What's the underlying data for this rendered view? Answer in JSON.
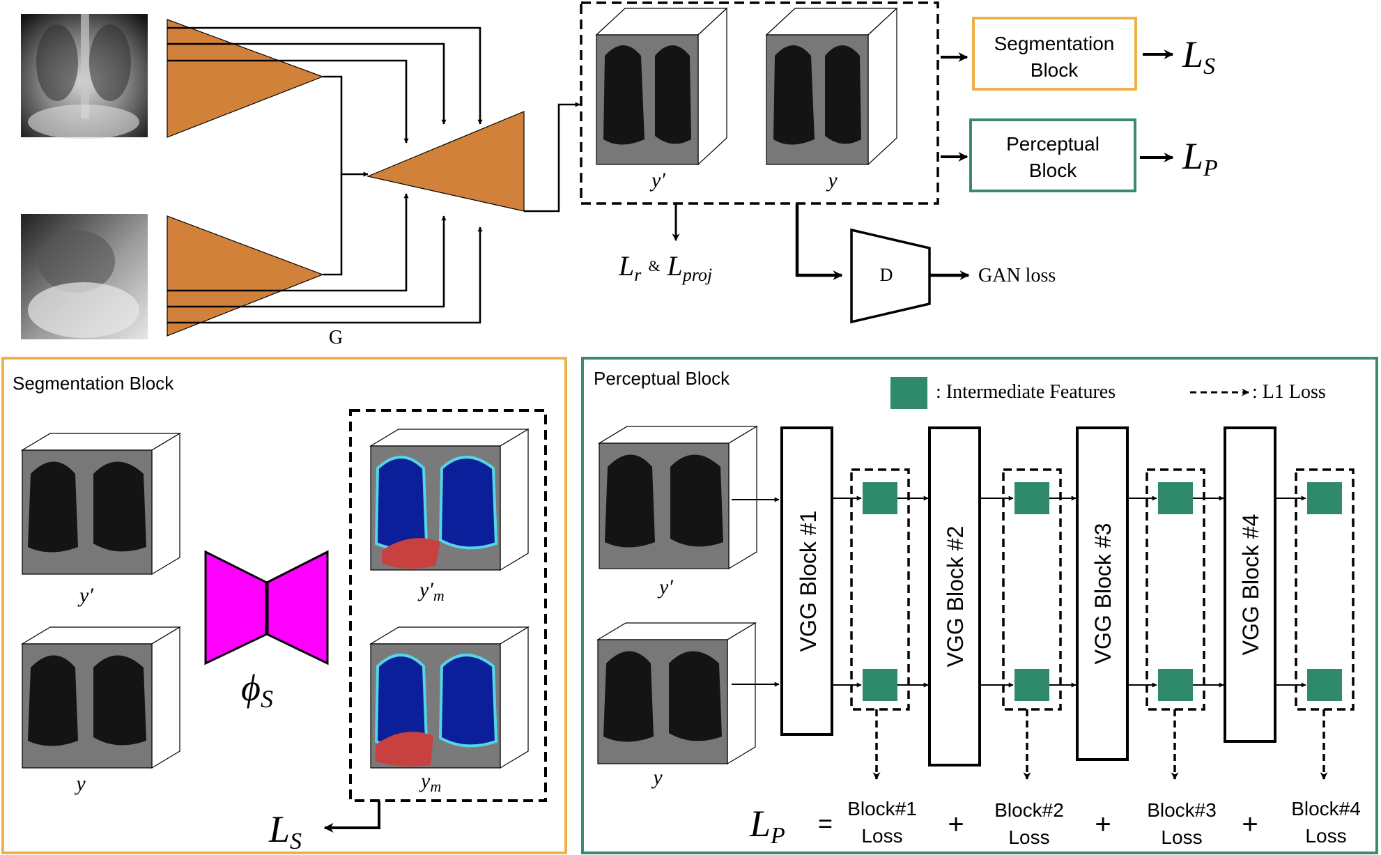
{
  "colors": {
    "orange": "#d2813a",
    "seg_border": "#f0b048",
    "perc_border": "#3a8b6e",
    "feature": "#2e8a6a",
    "magenta": "#ff00ff",
    "lung_blue": "#0b1f9a",
    "liver_red": "#c84040"
  },
  "top": {
    "generator_label": "G",
    "y_prime": "y′",
    "y": "y",
    "recon_loss_a": "L",
    "recon_loss_a_sub": "r",
    "recon_amp": "&",
    "recon_loss_b": "L",
    "recon_loss_b_sub": "proj",
    "disc_label": "D",
    "gan_loss": "GAN loss",
    "seg_block_line1": "Segmentation",
    "seg_block_line2": "Block",
    "perc_block_line1": "Perceptual",
    "perc_block_line2": "Block",
    "ls_main": "L",
    "ls_sub": "S",
    "lp_main": "L",
    "lp_sub": "P"
  },
  "seg_panel": {
    "title": "Segmentation Block",
    "y_prime": "y′",
    "y": "y",
    "phi": "ϕ",
    "phi_sub": "S",
    "ym_prime": "y′",
    "ym_prime_sub": "m",
    "ym": "y",
    "ym_sub": "m",
    "ls_main": "L",
    "ls_sub": "S"
  },
  "perc_panel": {
    "title": "Perceptual Block",
    "legend_features": ": Intermediate Features",
    "legend_l1": ": L1 Loss",
    "y_prime": "y′",
    "y": "y",
    "vgg_blocks": [
      "VGG Block #1",
      "VGG Block #2",
      "VGG Block #3",
      "VGG Block #4"
    ],
    "lp_main": "L",
    "lp_sub": "P",
    "equals": "=",
    "plus": "+",
    "loss_terms": [
      {
        "line1": "Block#1",
        "line2": "Loss"
      },
      {
        "line1": "Block#2",
        "line2": "Loss"
      },
      {
        "line1": "Block#3",
        "line2": "Loss"
      },
      {
        "line1": "Block#4",
        "line2": "Loss"
      }
    ]
  }
}
